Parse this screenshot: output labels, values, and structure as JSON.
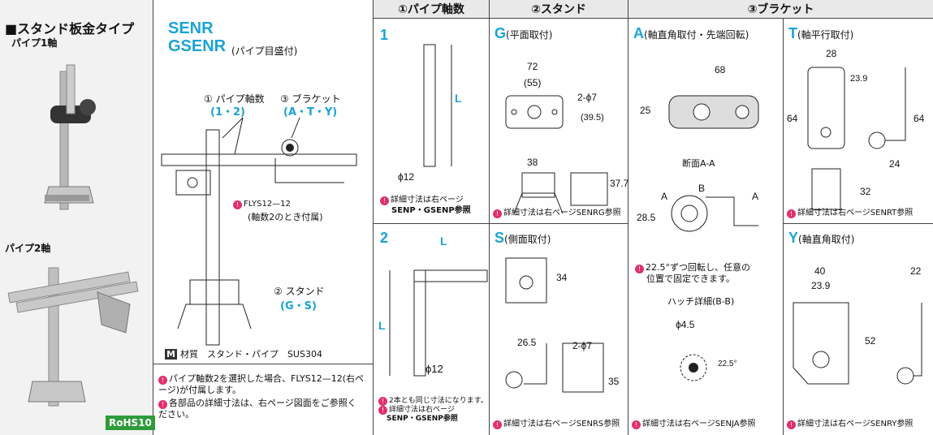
{
  "left_panel": {
    "title": "■スタンド板金タイプ",
    "sub1": "パイプ1軸",
    "sub2": "パイプ2軸",
    "rohs": "RoHS10"
  },
  "overview": {
    "code1": "SENR",
    "code2": "GSENR",
    "code2_note": "(パイプ目盛付)",
    "label_axis": "① パイプ軸数",
    "label_bracket": "③ ブラケット",
    "axis_values": "(1・2)",
    "bracket_values": "(A・T・Y)",
    "flys": "FLYS12—12",
    "flys_note": "(軸数2のとき付属)",
    "stand_label": "② スタンド",
    "stand_values": "(G・S)",
    "material_icon": "M",
    "material": "材質　スタンド・パイプ　SUS304",
    "note1": "パイプ軸数2を選択した場合、FLYS12—12(右ページ)が付属します。",
    "note2": "各部品の詳細寸法は、右ページ図面をご参照ください。"
  },
  "headers": {
    "pipe": "①パイプ軸数",
    "stand": "②スタンド",
    "bracket": "③ブラケット"
  },
  "pipe": {
    "one": "1",
    "two": "2",
    "dim_L": "L",
    "dim_phi": "ϕ12",
    "note1": "詳細寸法は右ページ",
    "note1b": "SENP・GSENP参照",
    "note2a": "2本とも同じ寸法になります。",
    "note2b": "詳細寸法は右ページ",
    "note2c": "SENP・GSENP参照"
  },
  "stand": {
    "g_code": "G",
    "g_name": "(平面取付)",
    "g_dims": [
      "72",
      "(55)",
      "2-ϕ7",
      "(39.5)",
      "38",
      "37.7"
    ],
    "g_note": "詳細寸法は右ページSENRG参照",
    "s_code": "S",
    "s_name": "(側面取付)",
    "s_dims": [
      "34",
      "26.5",
      "2-ϕ7",
      "35"
    ],
    "s_note": "詳細寸法は右ページSENRS参照"
  },
  "bracket": {
    "a_code": "A",
    "a_name": "(軸直角取付・先端回転)",
    "a_dims": [
      "68",
      "25",
      "28.5",
      "A",
      "B",
      "ϕ4.5",
      "22.5°"
    ],
    "a_section": "断面A-A",
    "a_feature1": "22.5°ずつ回転し、任意の",
    "a_feature2": "位置で固定できます。",
    "a_hatch": "ハッチ詳細(B-B)",
    "a_note": "詳細寸法は右ページSENJA参照",
    "t_code": "T",
    "t_name": "(軸平行取付)",
    "t_dims": [
      "28",
      "23.9",
      "64",
      "64",
      "24",
      "32"
    ],
    "t_note": "詳細寸法は右ページSENRT参照",
    "y_code": "Y",
    "y_name": "(軸直角取付)",
    "y_dims": [
      "40",
      "23.9",
      "22",
      "52"
    ],
    "y_note": "詳細寸法は右ページSENRY参照"
  },
  "colors": {
    "accent": "#1aa3d6",
    "bulb": "#e0306e",
    "rohs_bg": "#2e9b3a",
    "header_bg": "#e9e9e9"
  }
}
